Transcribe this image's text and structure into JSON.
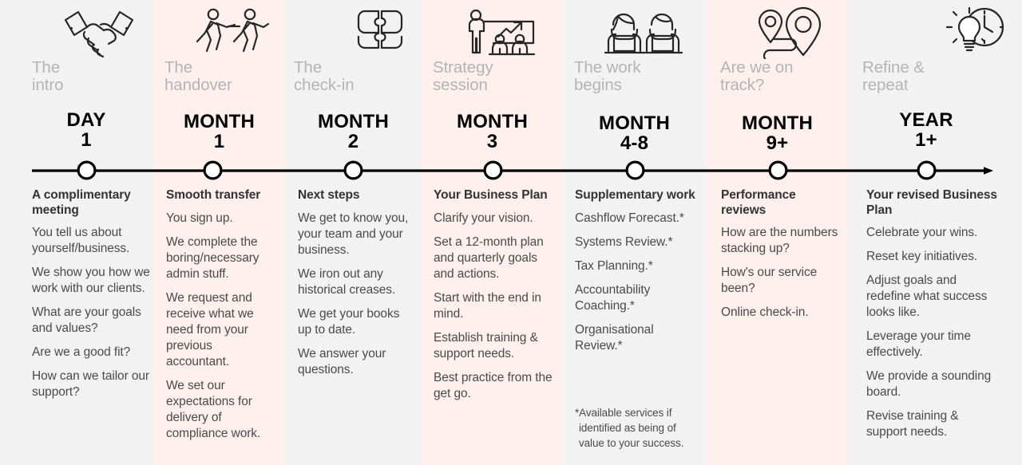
{
  "colors": {
    "band_grey": "#f2f2f2",
    "band_pink": "#fdf0ed",
    "axis": "#000000",
    "kicker_text": "#b4b4b4",
    "heading_text": "#333333",
    "body_text": "#4a4a4a"
  },
  "stages": [
    {
      "id": "intro",
      "icon": "handshake-icon",
      "band": "grey",
      "kicker": "The\nintro",
      "when_unit": "DAY",
      "when_value": "1",
      "heading": "A complimentary meeting",
      "items": [
        "You tell us about yourself/business.",
        "We show you how we work with our clients.",
        "What are your goals and values?",
        "Are we a good fit?",
        "How can we tailor our support?"
      ]
    },
    {
      "id": "handover",
      "icon": "relay-runners-icon",
      "band": "pink",
      "kicker": "The\nhandover",
      "when_unit": "MONTH",
      "when_value": "1",
      "heading": "Smooth transfer",
      "items": [
        "You sign up.",
        "We complete the boring/necessary admin stuff.",
        "We request and receive what we need from your previous accountant.",
        "We set our expectations for delivery of compliance work."
      ]
    },
    {
      "id": "check-in",
      "icon": "puzzle-icon",
      "band": "grey",
      "kicker": "The\ncheck-in",
      "when_unit": "MONTH",
      "when_value": "2",
      "heading": "Next steps",
      "items": [
        "We get to know you, your team and your business.",
        "We iron out any historical creases.",
        "We get your books up to date.",
        "We answer your questions."
      ]
    },
    {
      "id": "strategy-session",
      "icon": "presentation-icon",
      "band": "pink",
      "kicker": "Strategy\nsession",
      "when_unit": "MONTH",
      "when_value": "3",
      "heading": "Your Business Plan",
      "items": [
        "Clarify your vision.",
        "Set a 12-month plan and quarterly goals and actions.",
        "Start with the end in mind.",
        "Establish training & support needs.",
        "Best practice from the get go."
      ]
    },
    {
      "id": "work-begins",
      "icon": "two-people-laptops-icon",
      "band": "grey",
      "kicker": "The work\nbegins",
      "when_unit": "MONTH",
      "when_value": "4-8",
      "heading": "Supplementary work",
      "items": [
        "Cashflow Forecast.*",
        "Systems Review.*",
        "Tax Planning.*",
        "Accountability Coaching.*",
        "Organisational Review.*"
      ],
      "footnote": "*Available services if identified as being of value to your success."
    },
    {
      "id": "on-track",
      "icon": "map-pins-route-icon",
      "band": "pink",
      "kicker": "Are we on\ntrack?",
      "when_unit": "MONTH",
      "when_value": "9+",
      "heading": "Performance reviews",
      "items": [
        "How are the numbers stacking up?",
        "How's our service been?",
        "Online check-in."
      ]
    },
    {
      "id": "refine-repeat",
      "icon": "lightbulb-clock-icon",
      "band": "grey",
      "kicker": "Refine &\nrepeat",
      "when_unit": "YEAR",
      "when_value": "1+",
      "heading": "Your revised Business Plan",
      "items": [
        "Celebrate your wins.",
        "Reset key initiatives.",
        "Adjust goals and redefine what success looks like.",
        "Leverage your time effectively.",
        "We provide a sounding board.",
        "Revise training & support needs."
      ]
    }
  ]
}
